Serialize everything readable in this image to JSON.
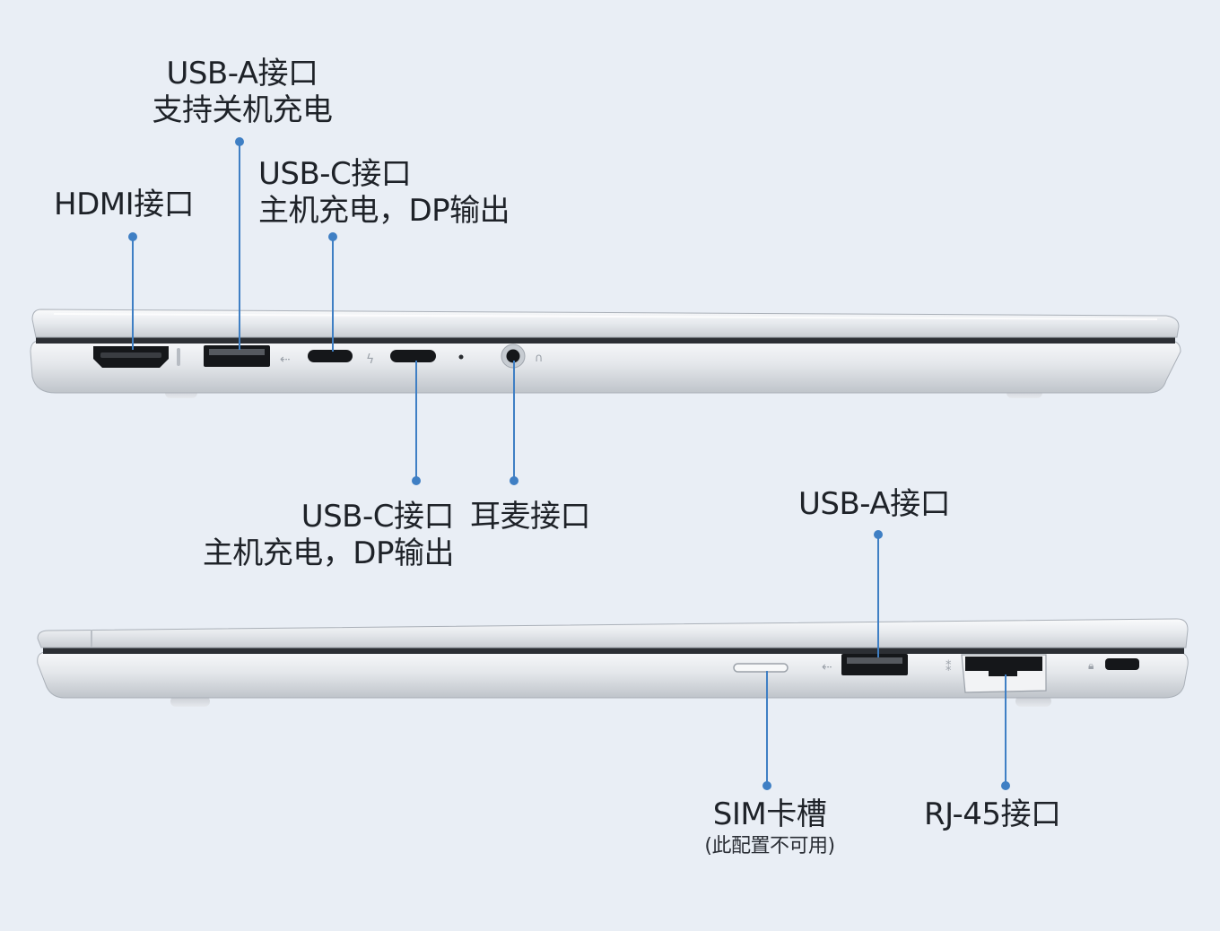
{
  "colors": {
    "background": "#e9eef5",
    "callout": "#3f7fc4",
    "laptop_body": "#e3e6ea",
    "port_black": "#15171a"
  },
  "top_view": {
    "callouts": [
      {
        "id": "hdmi",
        "lines": [
          "HDMI接口"
        ]
      },
      {
        "id": "usba-top",
        "lines": [
          "USB-A接口",
          "支持关机充电"
        ]
      },
      {
        "id": "usbc-top-1",
        "lines": [
          "USB-C接口",
          "主机充电，DP输出"
        ]
      },
      {
        "id": "usbc-top-2",
        "lines": [
          "USB-C接口",
          "主机充电，DP输出"
        ]
      },
      {
        "id": "audio",
        "lines": [
          "耳麦接口"
        ]
      }
    ]
  },
  "bottom_view": {
    "callouts": [
      {
        "id": "usba-bottom",
        "lines": [
          "USB-A接口"
        ]
      },
      {
        "id": "sim",
        "lines": [
          "SIM卡槽",
          "(此配置不可用)"
        ]
      },
      {
        "id": "rj45",
        "lines": [
          "RJ-45接口"
        ]
      }
    ]
  }
}
